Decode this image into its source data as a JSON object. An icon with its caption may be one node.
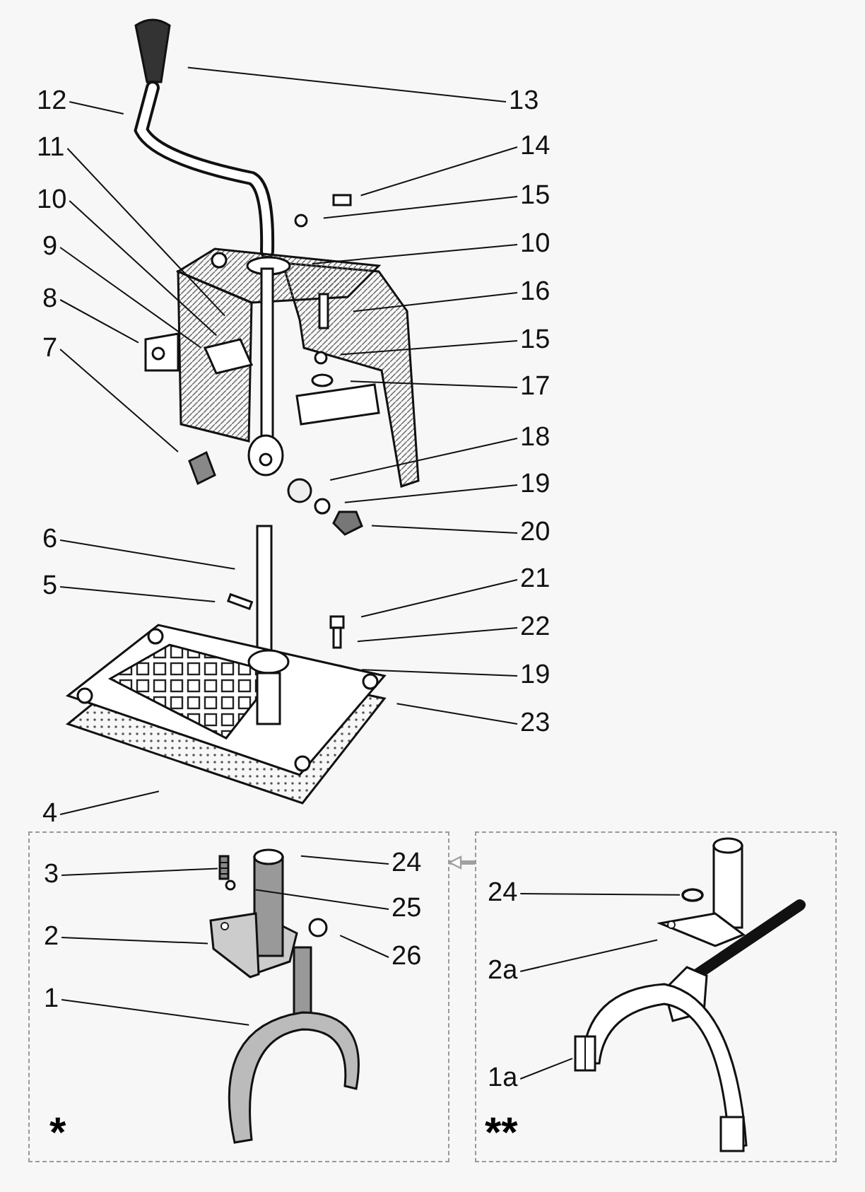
{
  "diagram": {
    "nodes": [
      {
        "text": [
          "12"
        ]
      },
      {
        "text": [
          "13"
        ]
      },
      {
        "text": [
          "14"
        ]
      },
      {
        "text": [
          "11"
        ]
      },
      {
        "text": [
          "15"
        ]
      },
      {
        "text": [
          "10"
        ]
      },
      {
        "text": [
          "10"
        ]
      },
      {
        "text": [
          "9"
        ]
      },
      {
        "text": [
          "16"
        ]
      },
      {
        "text": [
          "8"
        ]
      },
      {
        "text": [
          "15"
        ]
      },
      {
        "text": [
          "17"
        ]
      },
      {
        "text": [
          "7"
        ]
      },
      {
        "text": [
          "18"
        ]
      },
      {
        "text": [
          "19"
        ]
      },
      {
        "text": [
          "20"
        ]
      },
      {
        "text": [
          "6"
        ]
      },
      {
        "text": [
          "21"
        ]
      },
      {
        "text": [
          "5"
        ]
      },
      {
        "text": [
          "22"
        ]
      },
      {
        "text": [
          "19"
        ]
      },
      {
        "text": [
          "23"
        ]
      },
      {
        "text": [
          "4"
        ]
      },
      {
        "text": [
          "*"
        ]
      },
      {
        "text": [
          "3"
        ],
        "in": 23
      },
      {
        "text": [
          "24"
        ],
        "in": 23
      },
      {
        "text": [
          "25"
        ],
        "in": 23
      },
      {
        "text": [
          "2"
        ],
        "in": 23
      },
      {
        "text": [
          "26"
        ],
        "in": 23
      },
      {
        "text": [
          "1"
        ],
        "in": 23
      },
      {
        "text": [
          "**"
        ]
      },
      {
        "text": [
          "24"
        ],
        "in": 30
      },
      {
        "text": [
          "2a"
        ],
        "in": 30
      },
      {
        "text": [
          "1a"
        ],
        "in": 30
      },
      {
        "text": [],
        "shape": "picture",
        "in": 23
      },
      {
        "text": [],
        "shape": "picture",
        "in": 23
      },
      {
        "text": [],
        "shape": "picture",
        "in": 30
      },
      {
        "text": [],
        "shape": "circle",
        "in": 30
      },
      {
        "text": [],
        "shape": "picture",
        "in": 30
      }
    ],
    "edges": [
      {
        "from": 0,
        "to": null,
        "arrow": "none"
      },
      {
        "from": 1,
        "to": null,
        "arrow": "none"
      },
      {
        "from": 2,
        "to": null,
        "arrow": "none"
      },
      {
        "from": 3,
        "to": null,
        "arrow": "none"
      },
      {
        "from": 4,
        "to": null,
        "arrow": "none"
      },
      {
        "from": 5,
        "to": null,
        "arrow": "none"
      },
      {
        "from": 6,
        "to": null,
        "arrow": "none"
      },
      {
        "from": 7,
        "to": null,
        "arrow": "none"
      },
      {
        "from": 8,
        "to": null,
        "arrow": "none"
      },
      {
        "from": 9,
        "to": null,
        "arrow": "none"
      },
      {
        "from": 10,
        "to": null,
        "arrow": "none"
      },
      {
        "from": 11,
        "to": null,
        "arrow": "none"
      },
      {
        "from": 12,
        "to": null,
        "arrow": "none"
      },
      {
        "from": 13,
        "to": null,
        "arrow": "none"
      },
      {
        "from": 14,
        "to": null,
        "arrow": "none"
      },
      {
        "from": 15,
        "to": null,
        "arrow": "none"
      },
      {
        "from": 16,
        "to": null,
        "arrow": "none"
      },
      {
        "from": 17,
        "to": null,
        "arrow": "none"
      },
      {
        "from": 18,
        "to": null,
        "arrow": "none"
      },
      {
        "from": 19,
        "to": null,
        "arrow": "none"
      },
      {
        "from": 20,
        "to": null,
        "arrow": "none"
      },
      {
        "from": 21,
        "to": null,
        "arrow": "none"
      },
      {
        "from": 22,
        "to": null,
        "arrow": "none"
      },
      {
        "from": 24,
        "to": 34,
        "arrow": "none"
      },
      {
        "from": 25,
        "to": null,
        "arrow": "none"
      },
      {
        "from": 26,
        "to": null,
        "arrow": "none"
      },
      {
        "from": 27,
        "to": 35,
        "arrow": "none"
      },
      {
        "from": 28,
        "to": null,
        "arrow": "none"
      },
      {
        "from": 29,
        "to": null,
        "arrow": "none"
      },
      {
        "from": 31,
        "to": 37,
        "arrow": "none"
      },
      {
        "from": 32,
        "to": 38,
        "arrow": "none"
      },
      {
        "from": 33,
        "to": 36,
        "arrow": "none"
      },
      {
        "from": 30,
        "to": 23,
        "arrow": "to",
        "style": "thick",
        "color": "#a0a0a0"
      }
    ]
  }
}
